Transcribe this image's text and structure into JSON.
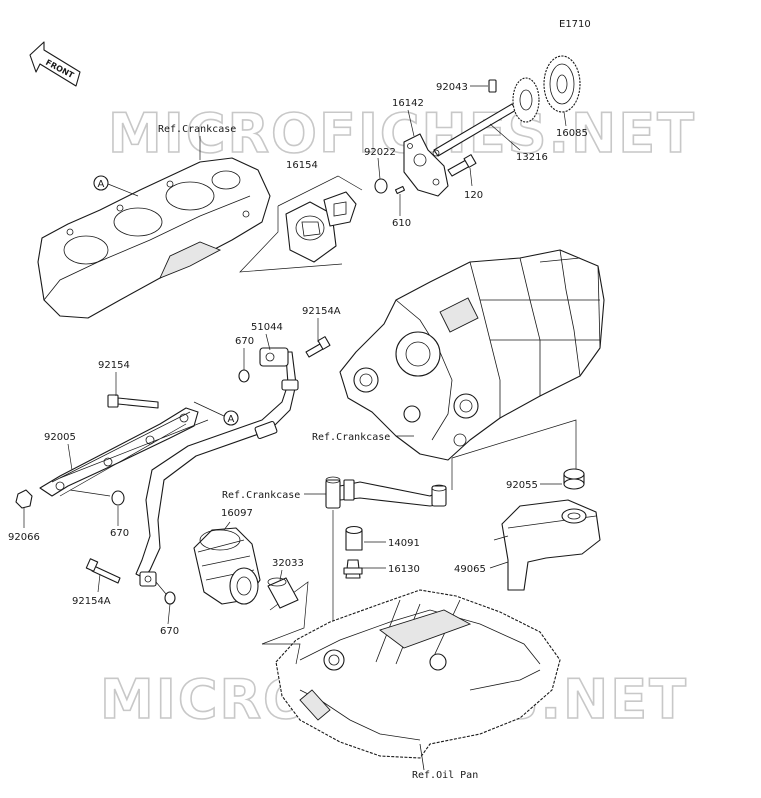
{
  "diagram_code": "E1710",
  "front_label": "FRONT",
  "watermark": "MICROFICHES.NET",
  "part_numbers": {
    "p92043": "92043",
    "p16142": "16142",
    "p16085": "16085",
    "p13216": "13216",
    "p92022": "92022",
    "p16154": "16154",
    "p120": "120",
    "p610": "610",
    "p92154A_top": "92154A",
    "p51044": "51044",
    "p670_top": "670",
    "p92154": "92154",
    "p92005": "92005",
    "p670_mid": "670",
    "p92066": "92066",
    "p16097": "16097",
    "p32033": "32033",
    "p92154A_bottom": "92154A",
    "p670_bottom": "670",
    "p14091": "14091",
    "p16130": "16130",
    "p92055": "92055",
    "p49065": "49065"
  },
  "references": {
    "crankcase_top": "Ref.Crankcase",
    "crankcase_mid": "Ref.Crankcase",
    "crankcase_pipe": "Ref.Crankcase",
    "oil_pan": "Ref.Oil Pan"
  },
  "callouts": {
    "a_top": "A",
    "a_mid": "A"
  }
}
